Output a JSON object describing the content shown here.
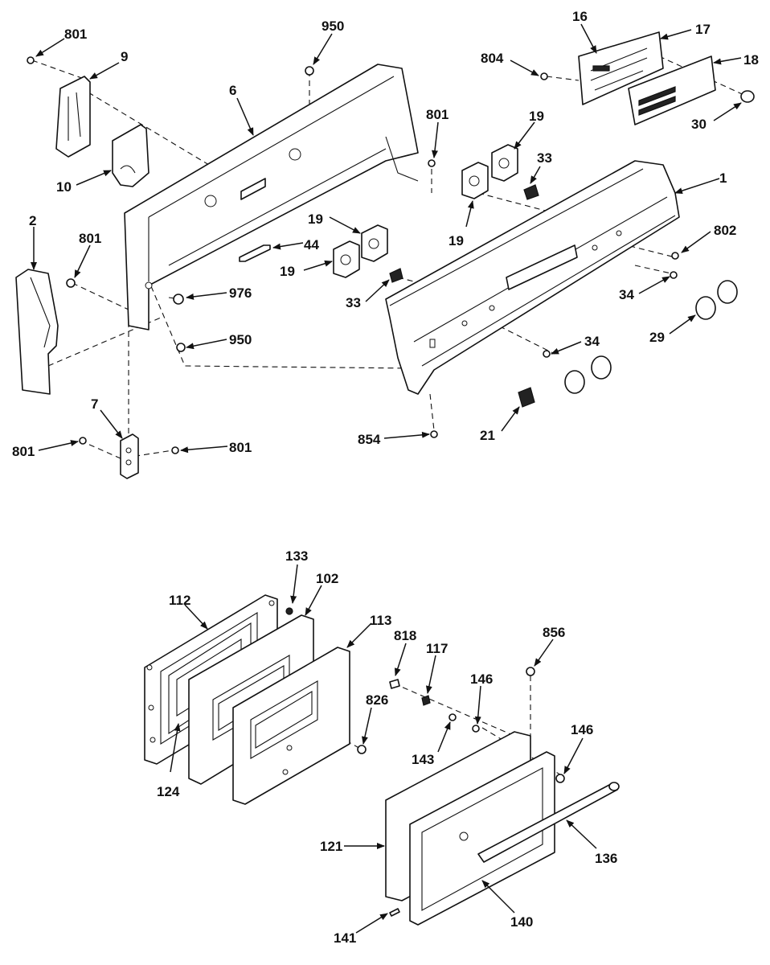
{
  "top_assembly": {
    "labels": [
      "801",
      "9",
      "950",
      "6",
      "801",
      "16",
      "17",
      "804",
      "18",
      "30",
      "10",
      "19",
      "33",
      "1",
      "2",
      "801",
      "19",
      "44",
      "802",
      "19",
      "976",
      "33",
      "34",
      "19",
      "950",
      "34",
      "29",
      "7",
      "854",
      "21",
      "801",
      "801"
    ]
  },
  "door_assembly": {
    "labels": [
      "133",
      "102",
      "112",
      "113",
      "818",
      "117",
      "856",
      "146",
      "826",
      "124",
      "143",
      "146",
      "121",
      "136",
      "140",
      "141"
    ]
  },
  "colors": {
    "ink": "#111111",
    "paper": "#ffffff"
  }
}
